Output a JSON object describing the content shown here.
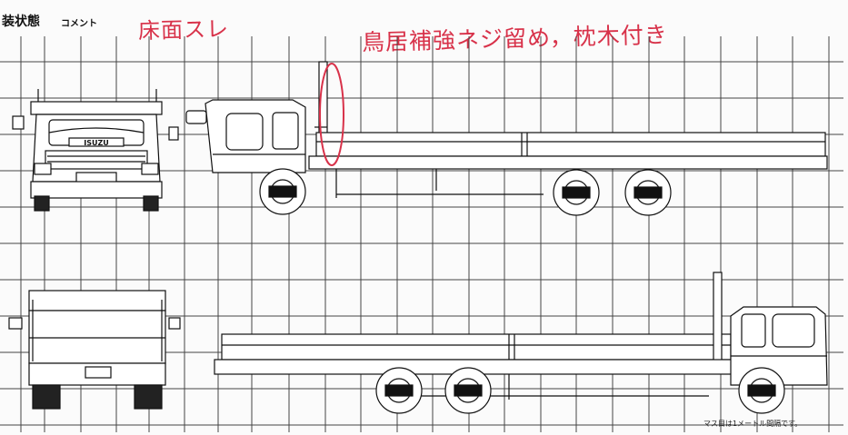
{
  "header": {
    "section_label": "装状態",
    "comment_label": "コメント"
  },
  "annotations": {
    "note_1": "床面スレ",
    "note_2": "鳥居補強ネジ留め，枕木付き"
  },
  "vehicle": {
    "badge": "ISUZU"
  },
  "footnote": "マス目は1メートル間隔です。",
  "colors": {
    "annotation": "#d8324a",
    "ink": "#111111",
    "grid": "#444444",
    "paper": "#fbfbfb"
  }
}
